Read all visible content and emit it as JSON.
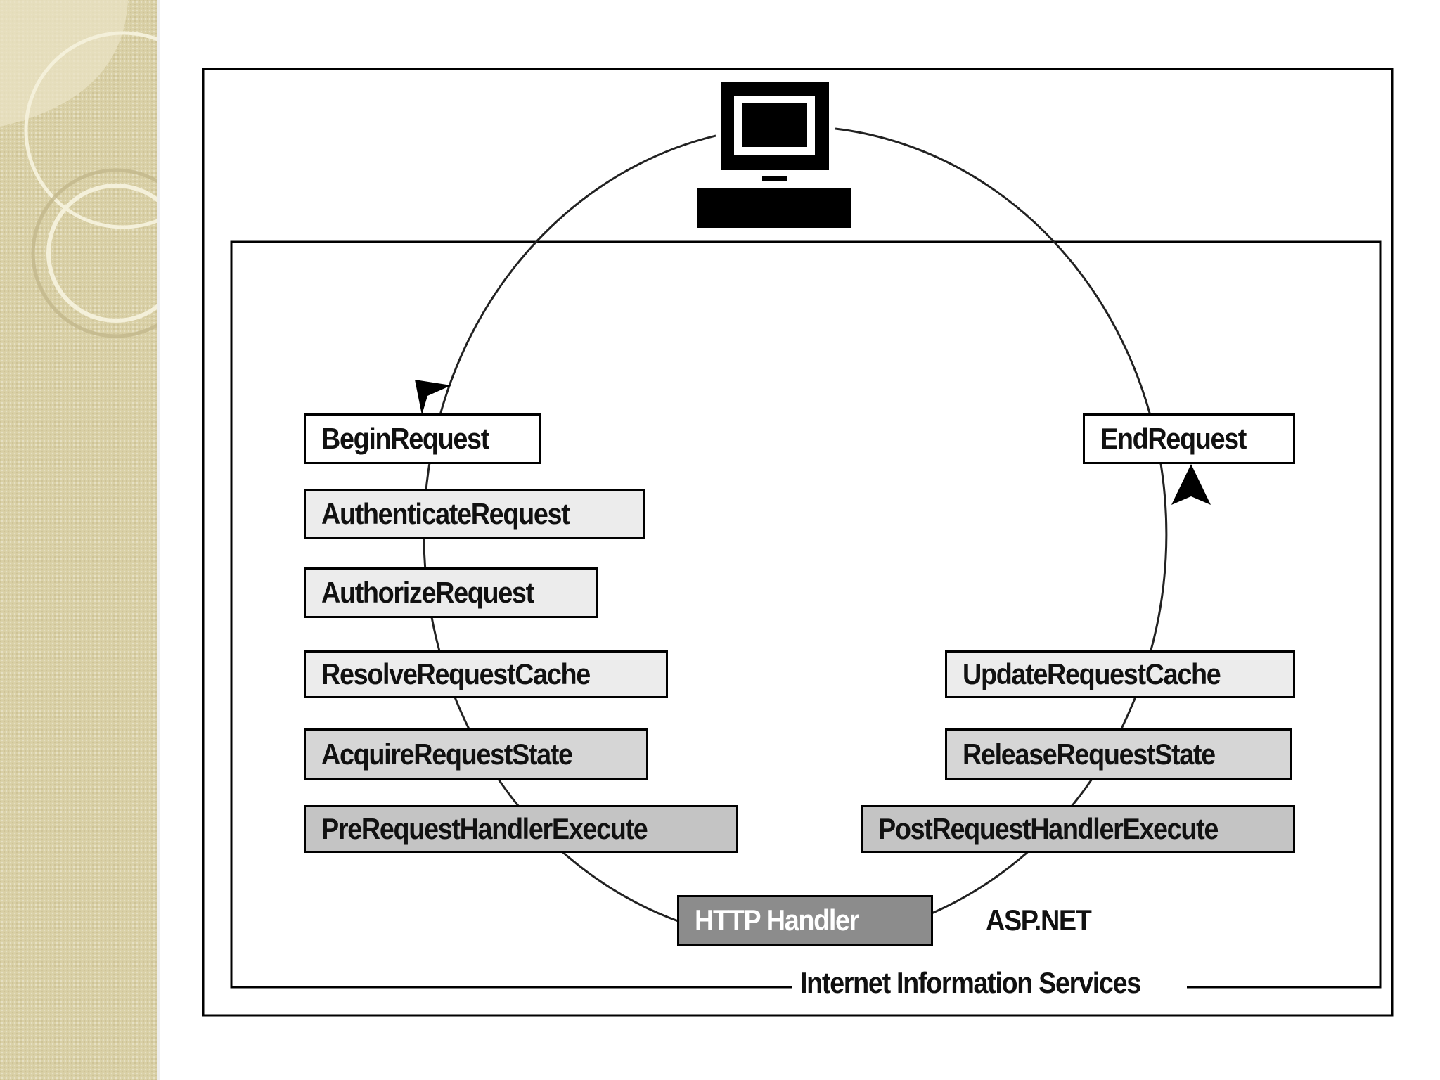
{
  "diagram": {
    "pipeline_left": {
      "begin_request": "BeginRequest",
      "authenticate_request": "AuthenticateRequest",
      "authorize_request": "AuthorizeRequest",
      "resolve_request_cache": "ResolveRequestCache",
      "acquire_request_state": "AcquireRequestState",
      "pre_request_handler_execute": "PreRequestHandlerExecute"
    },
    "handler": "HTTP Handler",
    "pipeline_right": {
      "post_request_handler_execute": "PostRequestHandlerExecute",
      "release_request_state": "ReleaseRequestState",
      "update_request_cache": "UpdateRequestCache",
      "end_request": "EndRequest"
    },
    "aspnet_label": "ASP.NET",
    "iis_label": "Internet Information Services",
    "client_icon": "computer-icon"
  }
}
